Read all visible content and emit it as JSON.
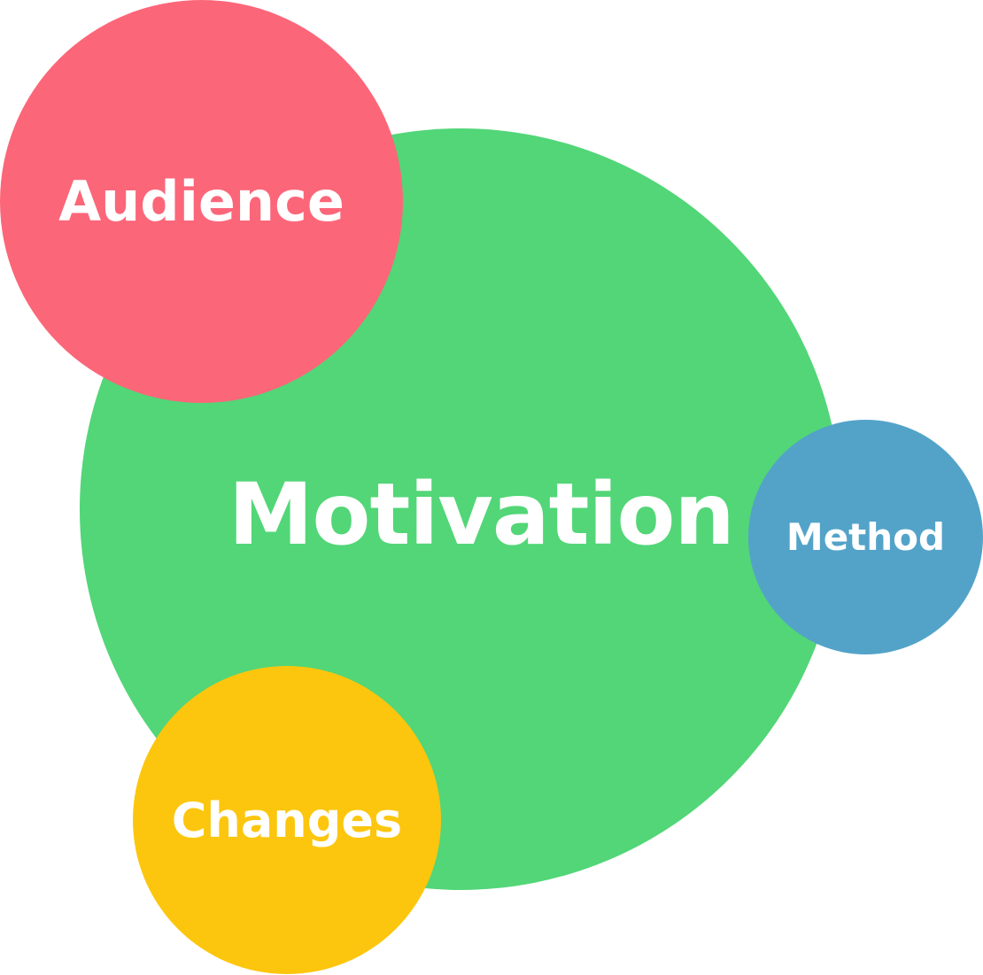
{
  "diagram": {
    "nodes": [
      {
        "id": "motivation",
        "label": "Motivation",
        "color": "#52d677"
      },
      {
        "id": "audience",
        "label": "Audience",
        "color": "#fc6679"
      },
      {
        "id": "method",
        "label": "Method",
        "color": "#53a3c9"
      },
      {
        "id": "changes",
        "label": "Changes",
        "color": "#fcc60e"
      }
    ]
  }
}
